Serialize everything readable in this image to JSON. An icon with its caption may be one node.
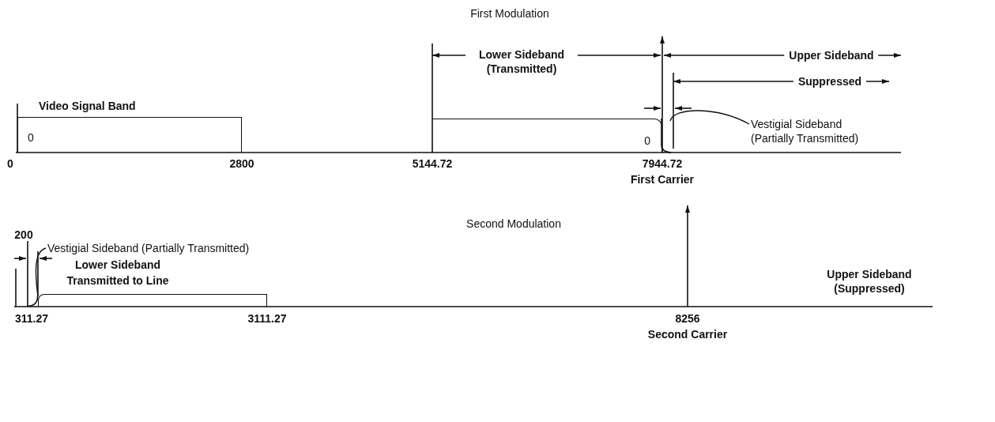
{
  "diagram": {
    "nodes": [
      {
        "text": [
          "Video Signal Band",
          "0"
        ]
      },
      {
        "text": [
          "0"
        ]
      },
      {
        "text": [],
        "shape": "bar"
      },
      {
        "text": [
          "Vestigial Sideband (Partially Transmitted)"
        ]
      },
      {
        "text": [],
        "shape": "bar"
      },
      {
        "text": [
          "Vestigial Sideband (Partially Transmitted)"
        ]
      },
      {
        "text": [
          "Lower Sideband Transmitted to Line"
        ]
      }
    ],
    "edges": [
      {
        "from": 3,
        "to": 2,
        "arrow": "none"
      },
      {
        "from": 5,
        "to": 4,
        "arrow": "none"
      }
    ],
    "labels": [
      "First Modulation",
      "Lower Sideband (Transmitted)",
      "Upper Sideband",
      "Suppressed",
      "0",
      "2800",
      "5144.72",
      "7944.72",
      "First Carrier",
      "Second Modulation",
      "200",
      "311.27",
      "3111.27",
      "8256",
      "Second Carrier",
      "Upper Sideband (Suppressed)"
    ]
  }
}
